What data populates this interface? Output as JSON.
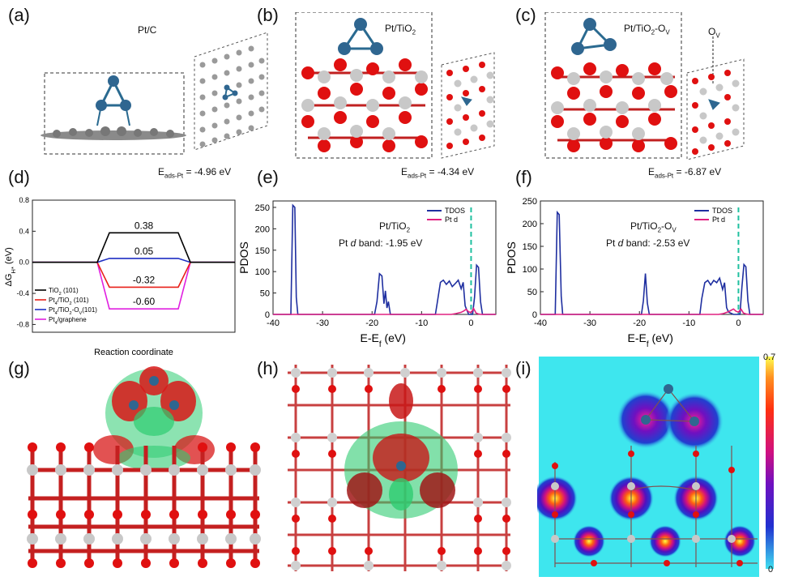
{
  "panels": {
    "a": {
      "letter": "(a)",
      "title": "Pt/C",
      "energy_label": "E",
      "energy_sub": "ads-Pt",
      "energy_value": "= -4.96 eV"
    },
    "b": {
      "letter": "(b)",
      "title": "Pt/TiO",
      "title_sub": "2",
      "energy_label": "E",
      "energy_sub": "ads-Pt",
      "energy_value": "= -4.34 eV"
    },
    "c": {
      "letter": "(c)",
      "title": "Pt/TiO",
      "title_sub": "2",
      "title_tail": "-O",
      "title_tail_sub": "V",
      "ov_label": "O",
      "ov_sub": "V",
      "energy_label": "E",
      "energy_sub": "ads-Pt",
      "energy_value": "= -6.87 eV"
    },
    "d": {
      "letter": "(d)"
    },
    "e": {
      "letter": "(e)",
      "title": "Pt/TiO",
      "title_sub": "2",
      "dband_prefix": "Pt ",
      "dband_italic": "d",
      "dband_suffix": " band: -1.95 eV"
    },
    "f": {
      "letter": "(f)",
      "title": "Pt/TiO",
      "title_sub": "2",
      "title_tail": "-O",
      "title_tail_sub": "V",
      "dband_prefix": "Pt ",
      "dband_italic": "d",
      "dband_suffix": " band: -2.53 eV"
    },
    "g": {
      "letter": "(g)"
    },
    "h": {
      "letter": "(h)"
    },
    "i": {
      "letter": "(i)",
      "colorbar_max": "0.7",
      "colorbar_min": "0"
    }
  },
  "chart_data": [
    {
      "id": "d",
      "type": "line",
      "ylabel": "ΔG",
      "ylabel_sub": "H*",
      "ylabel_unit": " (eV)",
      "xlabel": "Reaction coordinate",
      "ylim": [
        -0.9,
        0.8
      ],
      "yticks": [
        "0.8",
        "0.4",
        "0.0",
        "-0.4",
        "-0.8"
      ],
      "ytick_values": [
        0.8,
        0.4,
        0.0,
        -0.4,
        -0.8
      ],
      "series": [
        {
          "name": "TiO2 (101)",
          "color": "#000000",
          "value": 0.38,
          "label": "0.38"
        },
        {
          "name": "Pt4/TiO2 (101)",
          "color": "#e8201a",
          "value": -0.32,
          "label": "-0.32"
        },
        {
          "name": "Pt4/TiO2-OV(101)",
          "color": "#1f2fc4",
          "value": 0.05,
          "label": "0.05"
        },
        {
          "name": "Pt4/graphene",
          "color": "#e020e0",
          "value": -0.6,
          "label": "-0.60"
        }
      ],
      "legend_text": [
        {
          "main": "TiO",
          "sub": "2",
          "tail": " (101)"
        },
        {
          "main": "Pt",
          "sub": "4",
          "tail": "/TiO",
          "sub2": "2",
          "tail2": " (101)"
        },
        {
          "main": "Pt",
          "sub": "4",
          "tail": "/TiO",
          "sub2": "2",
          "tail2": "-O",
          "sub3": "V",
          "tail3": "(101)"
        },
        {
          "main": "Pt",
          "sub": "4",
          "tail": "/graphene"
        }
      ]
    },
    {
      "id": "e",
      "type": "line",
      "xlabel": "E-E",
      "xlabel_sub": "f",
      "xlabel_unit": " (eV)",
      "ylabel": "PDOS",
      "xlim": [
        -40,
        5
      ],
      "ylim": [
        0,
        265
      ],
      "xticks": [
        "-40",
        "-30",
        "-20",
        "-10",
        "0"
      ],
      "xtick_values": [
        -40,
        -30,
        -20,
        -10,
        0
      ],
      "yticks": [
        "0",
        "50",
        "100",
        "150",
        "200",
        "250"
      ],
      "ytick_values": [
        0,
        50,
        100,
        150,
        200,
        250
      ],
      "legend": [
        "TDOS",
        "Pt d"
      ],
      "series": [
        {
          "name": "TDOS",
          "color": "#1f2fa0",
          "x": [
            -40,
            -36.4,
            -36.0,
            -35.6,
            -35.3,
            -35.0,
            -19.5,
            -19.0,
            -18.5,
            -18.0,
            -17.6,
            -17.3,
            -17.0,
            -16.7,
            -16.3,
            -16.0,
            -7.2,
            -6.8,
            -6.2,
            -5.6,
            -5.0,
            -4.4,
            -3.8,
            -3.2,
            -2.6,
            -2.0,
            -1.6,
            -1.2,
            -0.5,
            0.3,
            0.7,
            1.1,
            1.5,
            1.9,
            2.3,
            5
          ],
          "y": [
            0,
            0,
            255,
            250,
            40,
            0,
            0,
            30,
            95,
            90,
            25,
            55,
            15,
            30,
            0,
            0,
            0,
            30,
            75,
            80,
            70,
            78,
            65,
            72,
            80,
            60,
            75,
            20,
            0,
            0,
            40,
            115,
            110,
            30,
            0,
            0
          ]
        },
        {
          "name": "Pt d",
          "color": "#e02080",
          "x": [
            -40,
            -4,
            -3,
            -2,
            -1.5,
            -1,
            -0.5,
            0,
            0.5,
            1,
            1.5,
            2,
            5
          ],
          "y": [
            0,
            0,
            2,
            5,
            8,
            12,
            6,
            4,
            14,
            3,
            1,
            0,
            0
          ]
        }
      ],
      "fermi_line_x": 0
    },
    {
      "id": "f",
      "type": "line",
      "xlabel": "E-E",
      "xlabel_sub": "f",
      "xlabel_unit": " (eV)",
      "ylabel": "PDOS",
      "xlim": [
        -40,
        5
      ],
      "ylim": [
        0,
        250
      ],
      "xticks": [
        "-40",
        "-30",
        "-20",
        "-10",
        "0"
      ],
      "xtick_values": [
        -40,
        -30,
        -20,
        -10,
        0
      ],
      "yticks": [
        "0",
        "50",
        "100",
        "150",
        "200",
        "250"
      ],
      "ytick_values": [
        0,
        50,
        100,
        150,
        200,
        250
      ],
      "legend": [
        "TDOS",
        "Pt d"
      ],
      "series": [
        {
          "name": "TDOS",
          "color": "#1f2fa0",
          "x": [
            -40,
            -37.0,
            -36.6,
            -36.2,
            -35.8,
            -35.5,
            -19.6,
            -19.2,
            -18.8,
            -18.4,
            -18.0,
            -7.8,
            -7.4,
            -6.8,
            -6.2,
            -5.6,
            -5.0,
            -4.4,
            -3.8,
            -3.2,
            -2.8,
            -2.4,
            -2.0,
            -1.0,
            0.3,
            0.7,
            1.1,
            1.5,
            1.9,
            2.3,
            5
          ],
          "y": [
            0,
            0,
            225,
            220,
            40,
            0,
            0,
            30,
            90,
            25,
            0,
            0,
            35,
            70,
            75,
            65,
            75,
            70,
            80,
            55,
            70,
            15,
            5,
            0,
            0,
            60,
            110,
            105,
            30,
            0,
            0
          ]
        },
        {
          "name": "Pt d",
          "color": "#e02080",
          "x": [
            -40,
            -4,
            -3,
            -2,
            -1.5,
            -1,
            -0.5,
            0,
            0.5,
            1,
            1.5,
            2,
            5
          ],
          "y": [
            0,
            0,
            2,
            6,
            9,
            12,
            7,
            5,
            12,
            3,
            1,
            0,
            0
          ]
        }
      ],
      "fermi_line_x": 0
    }
  ]
}
